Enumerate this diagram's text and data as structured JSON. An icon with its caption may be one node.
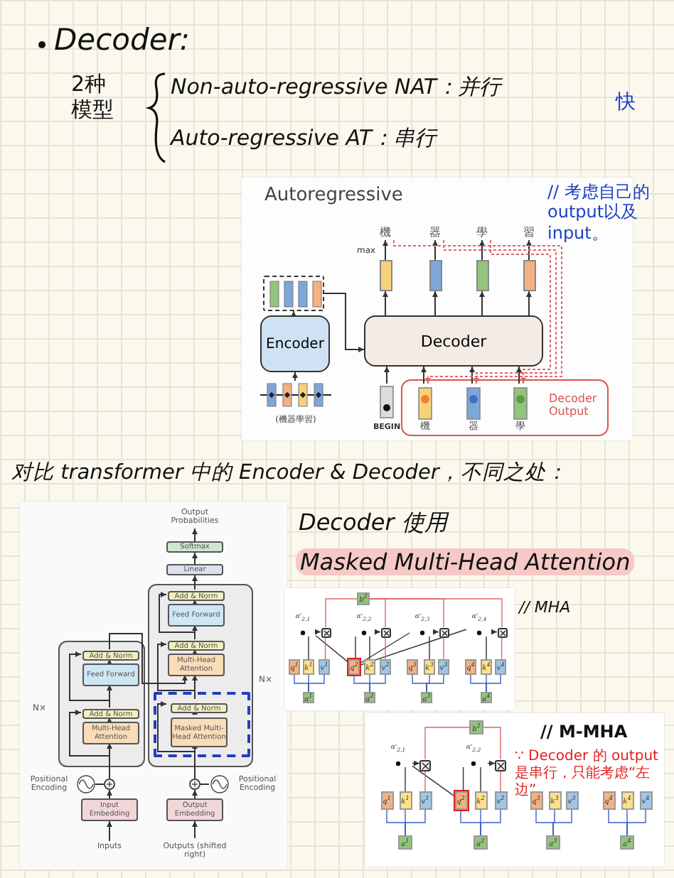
{
  "diagram": {
    "title": "Decoder:",
    "nodes": [
      {
        "text": [
          "Encoder"
        ]
      },
      {
        "text": [],
        "shape": "box"
      },
      {
        "text": [
          "(機器學習)"
        ]
      },
      {
        "text": [
          "Decoder"
        ]
      },
      {
        "text": [],
        "shape": "bar"
      },
      {
        "text": [],
        "shape": "bar"
      },
      {
        "text": [],
        "shape": "bar"
      },
      {
        "text": [],
        "shape": "bar"
      },
      {
        "text": [
          "機"
        ]
      },
      {
        "text": [
          "器"
        ]
      },
      {
        "text": [
          "學"
        ]
      },
      {
        "text": [
          "習"
        ]
      },
      {
        "text": [
          "BEGIN"
        ]
      },
      {
        "text": [
          "Decoder Output"
        ]
      },
      {
        "text": [
          "機"
        ],
        "in": 13
      },
      {
        "text": [
          "器"
        ],
        "in": 13
      },
      {
        "text": [
          "學"
        ],
        "in": 13
      },
      {
        "text": [
          "Output Probabilities"
        ]
      },
      {
        "text": [
          "Softmax"
        ]
      },
      {
        "text": [
          "Linear"
        ]
      },
      {
        "text": [],
        "shape": "box",
        "beside": [
          "N×"
        ]
      },
      {
        "text": [
          "Add & Norm"
        ],
        "in": 20
      },
      {
        "text": [
          "Feed Forward"
        ],
        "in": 20
      },
      {
        "text": [
          "Add & Norm"
        ],
        "in": 20
      },
      {
        "text": [
          "Multi-Head Attention"
        ],
        "in": 20
      },
      {
        "text": [],
        "shape": "box",
        "in": 20
      },
      {
        "text": [
          "Add & Norm"
        ],
        "in": 25
      },
      {
        "text": [
          "Masked Multi-Head Attention"
        ],
        "in": 25
      },
      {
        "text": [],
        "shape": "box",
        "beside": [
          "N×"
        ]
      },
      {
        "text": [
          "Add & Norm"
        ],
        "in": 28
      },
      {
        "text": [
          "Feed Forward"
        ],
        "in": 28
      },
      {
        "text": [
          "Add & Norm"
        ],
        "in": 28
      },
      {
        "text": [
          "Multi-Head Attention"
        ],
        "in": 28
      },
      {
        "text": [
          "Positional Encoding"
        ]
      },
      {
        "text": [],
        "shape": "circle"
      },
      {
        "text": [],
        "shape": "circle"
      },
      {
        "text": [
          "Positional Encoding"
        ]
      },
      {
        "text": [
          "Input Embedding"
        ]
      },
      {
        "text": [
          "Output Embedding"
        ]
      },
      {
        "text": [
          "Inputs"
        ]
      },
      {
        "text": [
          "Outputs (shifted right)"
        ]
      },
      {
        "text": [
          "b$^{2}$"
        ]
      },
      {
        "text": [
          "α'$_{2,1}$"
        ]
      },
      {
        "text": [
          "α'$_{2,2}$"
        ]
      },
      {
        "text": [
          "α'$_{2,3}$"
        ]
      },
      {
        "text": [
          "α'$_{2,4}$"
        ]
      },
      {
        "text": [],
        "shape": "box"
      },
      {
        "text": [],
        "shape": "box"
      },
      {
        "text": [],
        "shape": "box"
      },
      {
        "text": [],
        "shape": "box"
      },
      {
        "text": [
          "q$^{1}$"
        ]
      },
      {
        "text": [
          "k$^{1}$"
        ]
      },
      {
        "text": [
          "v$^{1}$"
        ]
      },
      {
        "text": [
          "q$^{2}$"
        ]
      },
      {
        "text": [
          "k$^{2}$"
        ]
      },
      {
        "text": [
          "v$^{2}$"
        ]
      },
      {
        "text": [
          "q$^{3}$"
        ]
      },
      {
        "text": [
          "k$^{3}$"
        ]
      },
      {
        "text": [
          "v$^{3}$"
        ]
      },
      {
        "text": [
          "q$^{4}$"
        ]
      },
      {
        "text": [
          "k$^{4}$"
        ]
      },
      {
        "text": [
          "v$^{4}$"
        ]
      },
      {
        "text": [
          "a$^{1}$"
        ]
      },
      {
        "text": [
          "a$^{2}$"
        ]
      },
      {
        "text": [
          "a$^{3}$"
        ]
      },
      {
        "text": [
          "a$^{4}$"
        ]
      },
      {
        "text": [
          "b$^{2}$"
        ]
      },
      {
        "text": [
          "α'$_{2,1}$"
        ]
      },
      {
        "text": [
          "α'$_{2,2}$"
        ]
      },
      {
        "text": [],
        "shape": "box"
      },
      {
        "text": [],
        "shape": "box"
      },
      {
        "text": [
          "q$^{1}$"
        ]
      },
      {
        "text": [
          "k$^{1}$"
        ]
      },
      {
        "text": [
          "v$^{1}$"
        ]
      },
      {
        "text": [
          "q$^{2}$"
        ]
      },
      {
        "text": [
          "k$^{2}$"
        ]
      },
      {
        "text": [
          "v$^{2}$"
        ]
      },
      {
        "text": [
          "q$^{3}$"
        ]
      },
      {
        "text": [
          "k$^{3}$"
        ]
      },
      {
        "text": [
          "v$^{3}$"
        ]
      },
      {
        "text": [
          "q$^{4}$"
        ]
      },
      {
        "text": [
          "k$^{4}$"
        ]
      },
      {
        "text": [
          "v$^{4}$"
        ]
      },
      {
        "text": [
          "a$^{1}$"
        ]
      },
      {
        "text": [
          "a$^{2}$"
        ]
      },
      {
        "text": [
          "a$^{3}$"
        ]
      },
      {
        "text": [
          "a$^{4}$"
        ]
      }
    ],
    "edges": [
      {
        "from": 2,
        "to": 0,
        "arrow": "to"
      },
      {
        "from": 0,
        "to": 1,
        "arrow": "to"
      },
      {
        "from": 1,
        "to": 3,
        "arrow": "to"
      },
      {
        "from": 3,
        "to": 4,
        "arrow": "to"
      },
      {
        "from": 3,
        "to": 5,
        "arrow": "to"
      },
      {
        "from": 3,
        "to": 6,
        "arrow": "to"
      },
      {
        "from": 3,
        "to": 7,
        "arrow": "to"
      },
      {
        "from": 4,
        "to": 8,
        "arrow": "to"
      },
      {
        "from": 5,
        "to": 9,
        "arrow": "to"
      },
      {
        "from": 6,
        "to": 10,
        "arrow": "to"
      },
      {
        "from": 7,
        "to": 11,
        "arrow": "to"
      },
      {
        "from": 12,
        "to": 3,
        "arrow": "to"
      },
      {
        "from": 14,
        "to": 3,
        "arrow": "to"
      },
      {
        "from": 15,
        "to": 3,
        "arrow": "to"
      },
      {
        "from": 16,
        "to": 3,
        "arrow": "to"
      },
      {
        "from": 8,
        "to": 14,
        "arrow": "to",
        "style": "dashed",
        "color": "#e06666"
      },
      {
        "from": 9,
        "to": 15,
        "arrow": "to",
        "style": "dashed",
        "color": "#e06666"
      },
      {
        "from": 10,
        "to": 16,
        "arrow": "to",
        "style": "dashed",
        "color": "#e06666"
      },
      {
        "from": 39,
        "to": 37,
        "arrow": "to"
      },
      {
        "from": 37,
        "to": 34,
        "arrow": "to"
      },
      {
        "from": 33,
        "to": 34,
        "arrow": "none"
      },
      {
        "from": 34,
        "to": 32,
        "arrow": "to"
      },
      {
        "from": 34,
        "to": 31,
        "arrow": "to"
      },
      {
        "from": 32,
        "to": 31,
        "arrow": "to"
      },
      {
        "from": 31,
        "to": 30,
        "arrow": "to"
      },
      {
        "from": 31,
        "to": 29,
        "arrow": "to"
      },
      {
        "from": 30,
        "to": 29,
        "arrow": "to"
      },
      {
        "from": 29,
        "to": 24,
        "arrow": "to"
      },
      {
        "from": 40,
        "to": 38,
        "arrow": "to"
      },
      {
        "from": 38,
        "to": 35,
        "arrow": "to"
      },
      {
        "from": 36,
        "to": 35,
        "arrow": "none"
      },
      {
        "from": 35,
        "to": 27,
        "arrow": "to"
      },
      {
        "from": 35,
        "to": 26,
        "arrow": "to"
      },
      {
        "from": 27,
        "to": 26,
        "arrow": "to"
      },
      {
        "from": 26,
        "to": 24,
        "arrow": "to"
      },
      {
        "from": 26,
        "to": 23,
        "arrow": "to"
      },
      {
        "from": 24,
        "to": 23,
        "arrow": "to"
      },
      {
        "from": 23,
        "to": 22,
        "arrow": "to"
      },
      {
        "from": 23,
        "to": 21,
        "arrow": "to"
      },
      {
        "from": 22,
        "to": 21,
        "arrow": "to"
      },
      {
        "from": 21,
        "to": 19,
        "arrow": "to"
      },
      {
        "from": 19,
        "to": 18,
        "arrow": "to"
      },
      {
        "from": 18,
        "to": 17,
        "arrow": "to"
      },
      {
        "from": 62,
        "to": 50,
        "arrow": "none",
        "color": "#3d5fc4"
      },
      {
        "from": 62,
        "to": 51,
        "arrow": "none",
        "color": "#3d5fc4"
      },
      {
        "from": 62,
        "to": 52,
        "arrow": "none",
        "color": "#3d5fc4"
      },
      {
        "from": 63,
        "to": 53,
        "arrow": "none",
        "color": "#3d5fc4"
      },
      {
        "from": 63,
        "to": 54,
        "arrow": "none",
        "color": "#3d5fc4"
      },
      {
        "from": 63,
        "to": 55,
        "arrow": "none",
        "color": "#3d5fc4"
      },
      {
        "from": 64,
        "to": 56,
        "arrow": "none",
        "color": "#3d5fc4"
      },
      {
        "from": 64,
        "to": 57,
        "arrow": "none",
        "color": "#3d5fc4"
      },
      {
        "from": 64,
        "to": 58,
        "arrow": "none",
        "color": "#3d5fc4"
      },
      {
        "from": 65,
        "to": 59,
        "arrow": "none",
        "color": "#3d5fc4"
      },
      {
        "from": 65,
        "to": 60,
        "arrow": "none",
        "color": "#3d5fc4"
      },
      {
        "from": 65,
        "to": 61,
        "arrow": "none",
        "color": "#3d5fc4"
      },
      {
        "from": 53,
        "to": 42,
        "arrow": "none"
      },
      {
        "from": 53,
        "to": 43,
        "arrow": "none"
      },
      {
        "from": 53,
        "to": 44,
        "arrow": "none"
      },
      {
        "from": 53,
        "to": 45,
        "arrow": "none"
      },
      {
        "from": 51,
        "to": 42,
        "arrow": "none"
      },
      {
        "from": 54,
        "to": 43,
        "arrow": "none"
      },
      {
        "from": 57,
        "to": 44,
        "arrow": "none"
      },
      {
        "from": 60,
        "to": 45,
        "arrow": "none"
      },
      {
        "from": 42,
        "to": 46,
        "arrow": "to"
      },
      {
        "from": 43,
        "to": 47,
        "arrow": "to"
      },
      {
        "from": 44,
        "to": 48,
        "arrow": "to"
      },
      {
        "from": 45,
        "to": 49,
        "arrow": "to"
      },
      {
        "from": 52,
        "to": 46,
        "arrow": "none",
        "color": "#e06666"
      },
      {
        "from": 55,
        "to": 47,
        "arrow": "none",
        "color": "#e06666"
      },
      {
        "from": 58,
        "to": 48,
        "arrow": "none",
        "color": "#e06666"
      },
      {
        "from": 61,
        "to": 49,
        "arrow": "none",
        "color": "#e06666"
      },
      {
        "from": 46,
        "to": 41,
        "arrow": "none",
        "color": "#e06666"
      },
      {
        "from": 47,
        "to": 41,
        "arrow": "none",
        "color": "#e06666"
      },
      {
        "from": 48,
        "to": 41,
        "arrow": "none",
        "color": "#e06666"
      },
      {
        "from": 49,
        "to": 41,
        "arrow": "none",
        "color": "#e06666"
      },
      {
        "from": 83,
        "to": 71,
        "arrow": "none",
        "color": "#3d5fc4"
      },
      {
        "from": 83,
        "to": 72,
        "arrow": "none",
        "color": "#3d5fc4"
      },
      {
        "from": 83,
        "to": 73,
        "arrow": "none",
        "color": "#3d5fc4"
      },
      {
        "from": 84,
        "to": 74,
        "arrow": "none",
        "color": "#3d5fc4"
      },
      {
        "from": 84,
        "to": 75,
        "arrow": "none",
        "color": "#3d5fc4"
      },
      {
        "from": 84,
        "to": 76,
        "arrow": "none",
        "color": "#3d5fc4"
      },
      {
        "from": 85,
        "to": 77,
        "arrow": "none",
        "color": "#3d5fc4"
      },
      {
        "from": 85,
        "to": 78,
        "arrow": "none",
        "color": "#3d5fc4"
      },
      {
        "from": 85,
        "to": 79,
        "arrow": "none",
        "color": "#3d5fc4"
      },
      {
        "from": 86,
        "to": 80,
        "arrow": "none",
        "color": "#3d5fc4"
      },
      {
        "from": 86,
        "to": 81,
        "arrow": "none",
        "color": "#3d5fc4"
      },
      {
        "from": 86,
        "to": 82,
        "arrow": "none",
        "color": "#3d5fc4"
      },
      {
        "from": 74,
        "to": 67,
        "arrow": "none"
      },
      {
        "from": 74,
        "to": 68,
        "arrow": "none"
      },
      {
        "from": 72,
        "to": 67,
        "arrow": "none"
      },
      {
        "from": 75,
        "to": 68,
        "arrow": "none"
      },
      {
        "from": 67,
        "to": 69,
        "arrow": "to"
      },
      {
        "from": 68,
        "to": 70,
        "arrow": "to"
      },
      {
        "from": 73,
        "to": 69,
        "arrow": "none",
        "color": "#e06666"
      },
      {
        "from": 76,
        "to": 70,
        "arrow": "none",
        "color": "#e06666"
      },
      {
        "from": 69,
        "to": 66,
        "arrow": "none",
        "color": "#e06666"
      },
      {
        "from": 70,
        "to": 66,
        "arrow": "none",
        "color": "#e06666"
      }
    ],
    "labels": [
      "2种模型",
      "Non-auto-regressive NAT：并行",
      "快",
      "Auto-regressive AT：串行",
      "Autoregressive",
      "max",
      "// 考虑自己的output以及input。",
      "对比 transformer 中的 Encoder & Decoder，不同之处：",
      "Decoder 使用",
      "Masked Multi-Head Attention",
      "// MHA",
      "// M-MHA",
      "∵ Decoder 的 output 是串行，只能考虑“左边”"
    ]
  }
}
